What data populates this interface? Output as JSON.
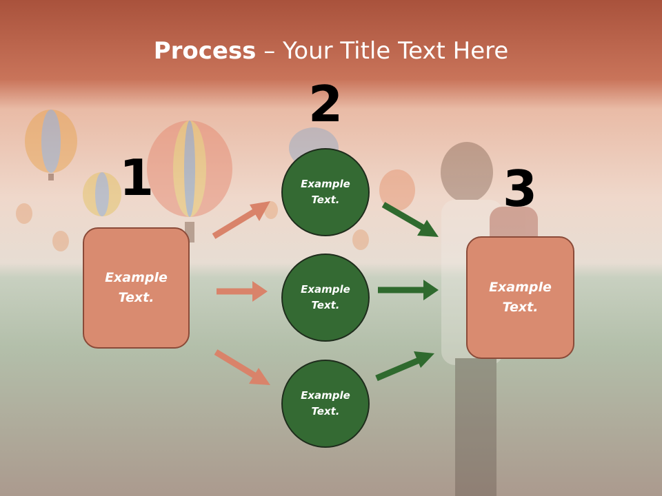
{
  "title": {
    "bold": "Process",
    "rest": " – Your Title Text Here"
  },
  "steps": [
    {
      "number": "1",
      "line1": "Example",
      "line2": "Text."
    },
    {
      "number": "2",
      "circles": [
        {
          "line1": "Example",
          "line2": "Text."
        },
        {
          "line1": "Example",
          "line2": "Text."
        },
        {
          "line1": "Example",
          "line2": "Text."
        }
      ]
    },
    {
      "number": "3",
      "line1": "Example",
      "line2": "Text."
    }
  ],
  "colors": {
    "box_fill": "#d98b70",
    "circle_fill": "#346a33",
    "arrow_orange": "#d9836a",
    "arrow_green": "#2f6a2e"
  }
}
